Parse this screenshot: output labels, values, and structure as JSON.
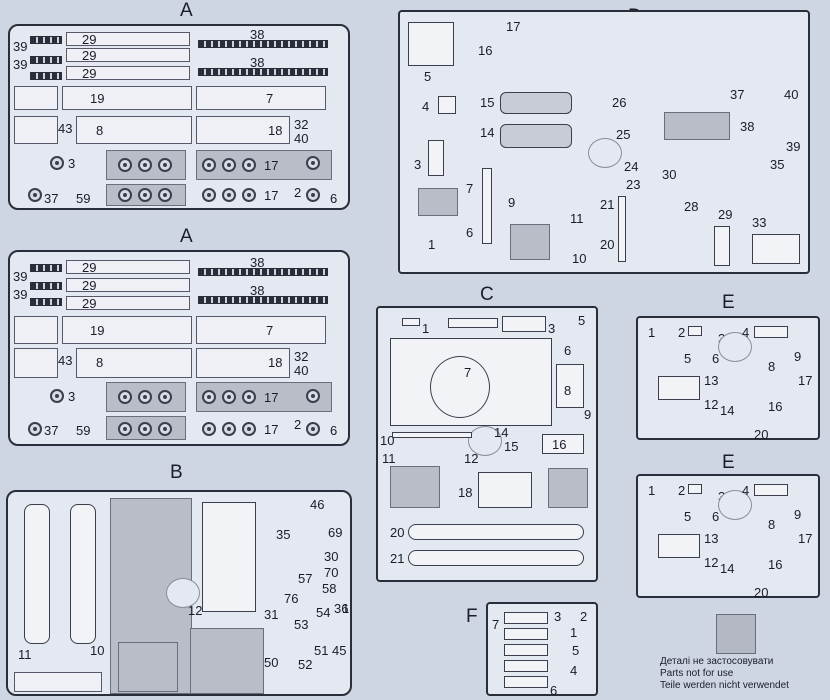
{
  "sprues": {
    "A1": {
      "letter": "A",
      "numbers": [
        "39",
        "39",
        "29",
        "29",
        "29",
        "38",
        "38",
        "19",
        "7",
        "43",
        "8",
        "18",
        "32",
        "40",
        "3",
        "17",
        "37",
        "59",
        "17",
        "2",
        "6"
      ]
    },
    "A2": {
      "letter": "A",
      "numbers": [
        "39",
        "39",
        "29",
        "29",
        "29",
        "38",
        "38",
        "19",
        "7",
        "43",
        "8",
        "18",
        "32",
        "40",
        "3",
        "17",
        "37",
        "59",
        "17",
        "2",
        "6"
      ]
    },
    "B": {
      "letter": "B",
      "numbers": [
        "11",
        "10",
        "12",
        "46",
        "69",
        "35",
        "30",
        "70",
        "57",
        "58",
        "31",
        "76",
        "53",
        "54",
        "36",
        "1",
        "50",
        "52",
        "51",
        "45"
      ]
    },
    "C": {
      "letter": "C",
      "numbers": [
        "1",
        "3",
        "5",
        "6",
        "7",
        "8",
        "9",
        "10",
        "14",
        "15",
        "16",
        "11",
        "12",
        "18",
        "20",
        "21"
      ]
    },
    "D": {
      "letter": "D",
      "numbers": [
        "17",
        "16",
        "5",
        "4",
        "15",
        "14",
        "26",
        "25",
        "37",
        "38",
        "40",
        "39",
        "3",
        "24",
        "23",
        "30",
        "35",
        "7",
        "9",
        "21",
        "11",
        "6",
        "1",
        "20",
        "10",
        "28",
        "29",
        "33"
      ]
    },
    "E1": {
      "letter": "E",
      "numbers": [
        "1",
        "2",
        "3",
        "4",
        "5",
        "6",
        "8",
        "9",
        "13",
        "12",
        "14",
        "17",
        "16",
        "20"
      ]
    },
    "E2": {
      "letter": "E",
      "numbers": [
        "1",
        "2",
        "3",
        "4",
        "5",
        "6",
        "8",
        "9",
        "13",
        "12",
        "14",
        "17",
        "16",
        "20"
      ]
    },
    "F": {
      "letter": "F",
      "numbers": [
        "7",
        "3",
        "2",
        "1",
        "5",
        "4",
        "6"
      ]
    }
  },
  "legend": {
    "line1": "Деталі не застосовувати",
    "line2": "Parts not for use",
    "line3": "Teile werden nicht verwendet"
  },
  "colors": {
    "paper": "#cfd6e3",
    "sprue": "#e4e8f0",
    "unused": "#b3b8c4",
    "ink": "#1a1d2a"
  }
}
